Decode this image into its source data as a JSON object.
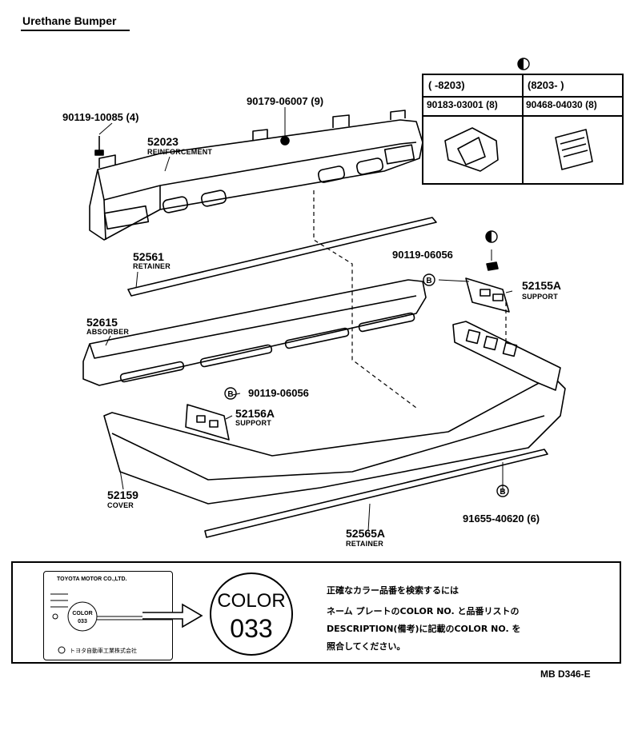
{
  "title": "Urethane Bumper",
  "parts": {
    "bolt": {
      "number": "90119-10085 (4)"
    },
    "nut": {
      "number": "90179-06007 (9)"
    },
    "reinforcement": {
      "number": "52023",
      "name": "REINFORCEMENT"
    },
    "retainer_upper": {
      "number": "52561",
      "name": "RETAINER"
    },
    "bolt_support": {
      "number": "90119-06056"
    },
    "support_a": {
      "number": "52155A",
      "name": "SUPPORT"
    },
    "absorber": {
      "number": "52615",
      "name": "ABSORBER"
    },
    "bolt_support_2": {
      "number": "90119-06056"
    },
    "support_b": {
      "number": "52156A",
      "name": "SUPPORT"
    },
    "cover": {
      "number": "52159",
      "name": "COVER"
    },
    "retainer_lower": {
      "number": "52565A",
      "name": "RETAINER"
    },
    "bolt_lower": {
      "number": "91655-40620 (6)"
    }
  },
  "supersession": {
    "col1_range": "(       -8203)",
    "col2_range": "(8203-        )",
    "col1_part": "90183-03001 (8)",
    "col2_part": "90468-04030 (8)"
  },
  "callout_mark": "B",
  "color_note": {
    "plate_maker": "TOYOTA MOTOR CO.,LTD.",
    "plate_color_word": "COLOR",
    "plate_color_code": "033",
    "plate_footer": "トヨタ自動車工業株式会社",
    "circle_word": "COLOR",
    "circle_code": "033",
    "line1": "正確なカラー品番を検索するには",
    "line2": "ネーム プレートのCOLOR NO. と品番リストの",
    "line3": "DESCRIPTION(備考)に記載のCOLOR NO. を",
    "line4": "照合してください。"
  },
  "ref_code": "MB D346-E"
}
